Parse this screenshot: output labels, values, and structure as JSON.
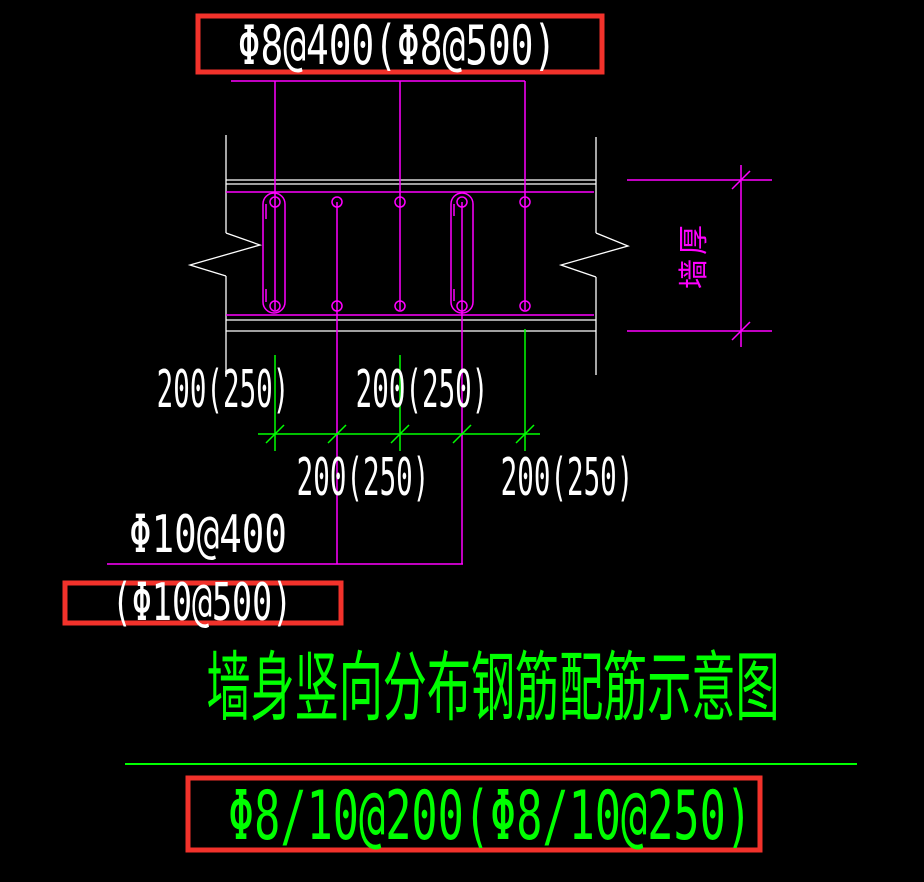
{
  "drawing": {
    "title": "墙身竖向分布钢筋配筋示意图",
    "labels": {
      "top_horizontal_rebar": "Φ8@400(Φ8@500)",
      "vertical_rebar_line1": "Φ10@400",
      "vertical_rebar_line2": "(Φ10@500)",
      "footer_combined_rebar": "Φ8/10@200(Φ8/10@250)",
      "wall_thickness": "墙厚"
    },
    "spacing_dimensions": {
      "upper_row": [
        "200(250)",
        "200(250)"
      ],
      "lower_row": [
        "200(250)",
        "200(250)"
      ]
    },
    "colors": {
      "background": "#000000",
      "wall_outline": "#ffffff",
      "rebar_and_dimension_magenta": "#ff00ff",
      "dimension_and_title_green": "#00ff00",
      "highlight_box_red": "#f2322b",
      "dimension_text_white": "#ffffff"
    }
  }
}
